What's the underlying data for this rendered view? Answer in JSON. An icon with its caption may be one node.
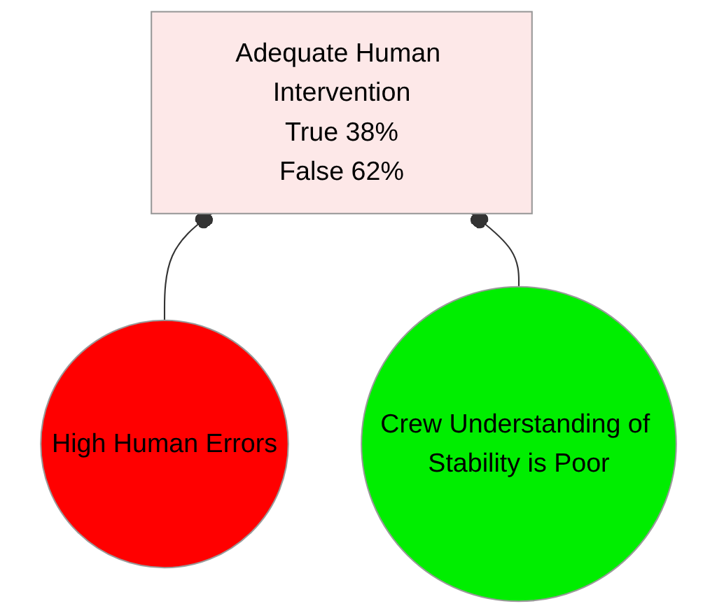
{
  "diagram": {
    "nodes": [
      {
        "text": [
          "Adequate Human Intervention",
          "True 38%",
          "False 62%"
        ]
      },
      {
        "text": [
          "High Human Errors"
        ]
      },
      {
        "text": [
          "Crew Understanding of Stability is Poor"
        ]
      }
    ],
    "edges": [
      {
        "from": 1,
        "to": 0,
        "arrow": "other"
      },
      {
        "from": 2,
        "to": 0,
        "arrow": "other"
      }
    ]
  }
}
